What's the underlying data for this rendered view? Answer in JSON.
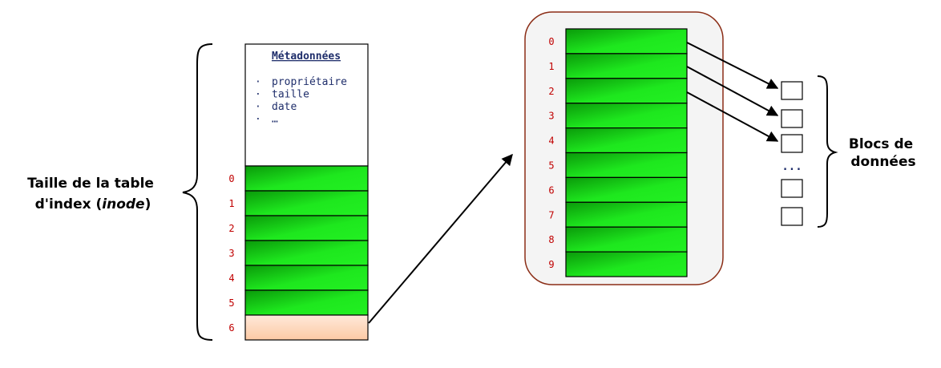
{
  "left_label": {
    "line1": "Taille de la table",
    "line2_prefix": "d'index (",
    "line2_italic": "inode",
    "line2_suffix": ")"
  },
  "inode": {
    "metadata_title": "Métadonnées",
    "metadata_items": [
      "propriétaire",
      "taille",
      "date",
      "…"
    ],
    "bullet": "·",
    "rows": [
      "0",
      "1",
      "2",
      "3",
      "4",
      "5",
      "6"
    ],
    "indirect_row_index": 6
  },
  "index_block": {
    "rows": [
      "0",
      "1",
      "2",
      "3",
      "4",
      "5",
      "6",
      "7",
      "8",
      "9"
    ]
  },
  "data_blocks": {
    "ellipsis": "...",
    "label_line1": "Blocs de",
    "label_line2": "données"
  },
  "colors": {
    "green": "#1ee81e",
    "green_dark": "#0a9a0a",
    "peach": "#fcd9bf",
    "index_number": "#c00000",
    "metadata_text": "#1f2e6b",
    "panel_border": "#8b2d16",
    "panel_fill": "#f4f4f4",
    "ellipsis": "#1f2e6b"
  }
}
